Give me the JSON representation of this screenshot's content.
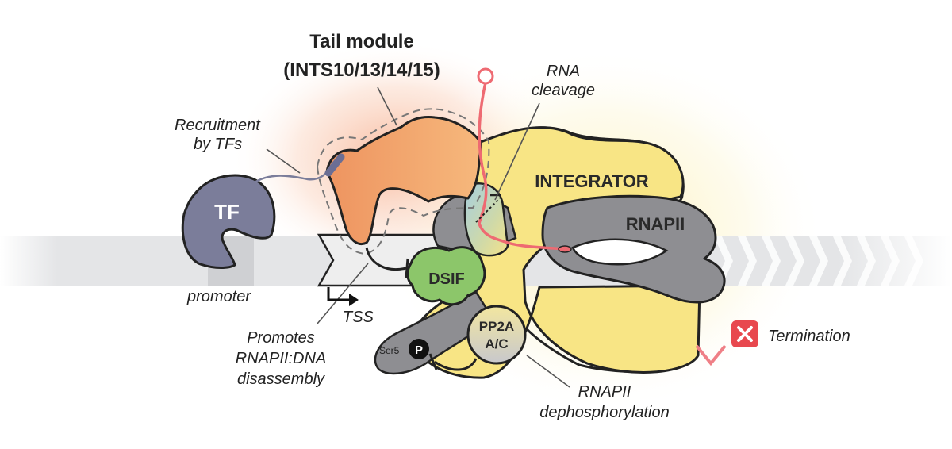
{
  "title": {
    "line1": "Tail module",
    "line2": "(INTS10/13/14/15)"
  },
  "labels": {
    "recruitment_line1": "Recruitment",
    "recruitment_line2": "by TFs",
    "rna_cleavage_line1": "RNA",
    "rna_cleavage_line2": "cleavage",
    "promoter": "promoter",
    "tss": "TSS",
    "promotes_line1": "Promotes",
    "promotes_line2": "RNAPII:DNA",
    "promotes_line3": "disassembly",
    "dephos_line1": "RNAPII",
    "dephos_line2": "dephosphorylation",
    "termination": "Termination"
  },
  "proteins": {
    "tf": "TF",
    "integrator": "INTEGRATOR",
    "rnapii": "RNAPII",
    "dsif": "DSIF",
    "pp2a_line1": "PP2A",
    "pp2a_line2": "A/C",
    "ser5": "Ser5",
    "phospho": "P"
  },
  "colors": {
    "tf": "#7b7d9a",
    "tail_module": "#f0a070",
    "integrator": "#f8e585",
    "rnapii": "#8e8e92",
    "dsif": "#8cc66a",
    "rna": "#ee6a72",
    "termination_icon": "#e8484e",
    "dna": "#e4e5e7"
  },
  "icons": {
    "termination": "close-x-icon",
    "tss": "arrow-right-icon"
  }
}
